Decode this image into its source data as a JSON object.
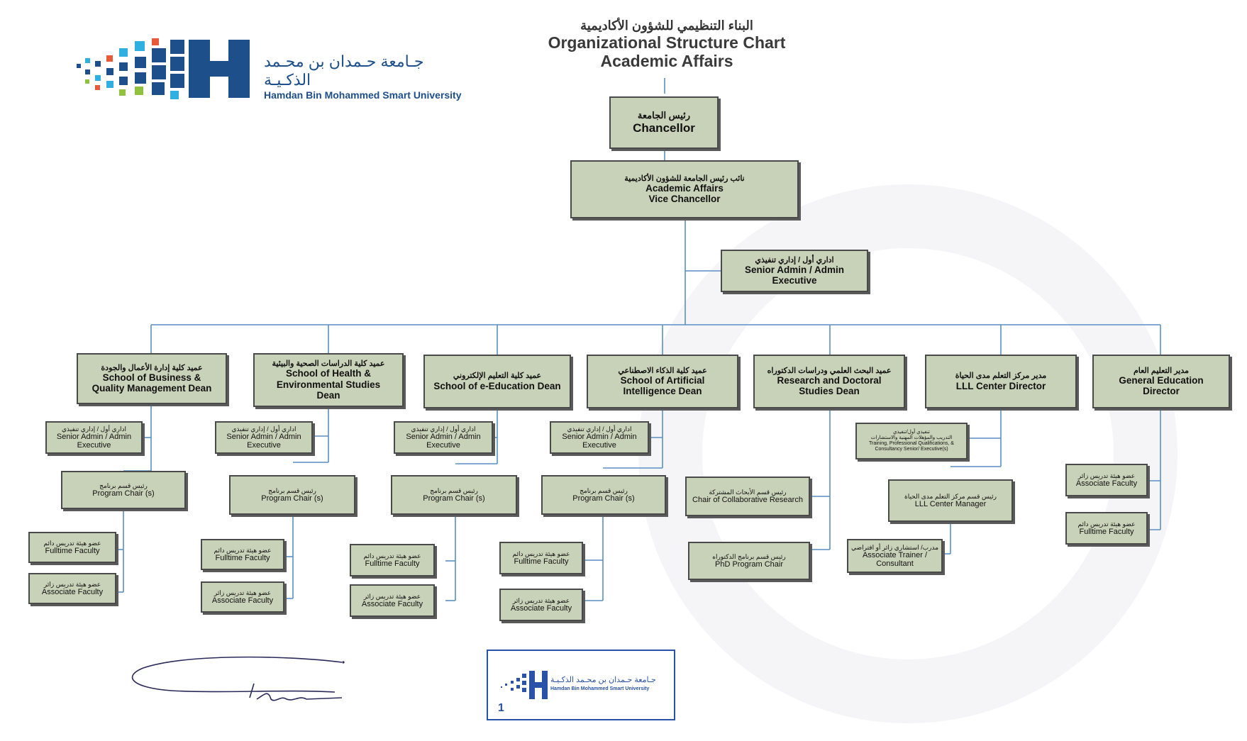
{
  "header": {
    "title_ar": "البناء التنظيمي للشؤون الأكاديمية",
    "title_en_1": "Organizational Structure Chart",
    "title_en_2": "Academic Affairs"
  },
  "logo": {
    "name_ar": "جـامعة حـمدان بن محـمد الذكـيـة",
    "name_en": "Hamdan Bin Mohammed Smart University"
  },
  "stamp": {
    "name_ar": "جـامعة حـمدان بن محـمد الذكـيـة",
    "name_en": "Hamdan Bin Mohammed Smart University",
    "page_number": "1"
  },
  "colors": {
    "box_fill": "#c8d2b8",
    "line": "#5a8fc4",
    "brand_blue": "#1d4f8a"
  },
  "nodes": {
    "chancellor": {
      "ar": "رئيس الجامعة",
      "en": "Chancellor"
    },
    "vice": {
      "ar": "نائب رئيس الجامعة للشؤون الأكاديمية",
      "en1": "Academic Affairs",
      "en2": "Vice Chancellor"
    },
    "senior_top": {
      "ar": "اداري أول / إداري تنفيذي",
      "en1": "Senior Admin / Admin",
      "en2": "Executive"
    },
    "deans": [
      {
        "ar": "عميد كلية إدارة الأعمال والجودة",
        "en1": "School of Business &",
        "en2": "Quality Management Dean"
      },
      {
        "ar": "عميد كلية الدراسات الصحية والبيئية",
        "en1": "School of Health &",
        "en2": "Environmental Studies",
        "en3": "Dean"
      },
      {
        "ar": "عميد كلية التعليم الإلكتروني",
        "en1": "School of e-Education Dean"
      },
      {
        "ar": "عميد كلية الذكاء الاصطناعي",
        "en1": "School of Artificial",
        "en2": "Intelligence Dean"
      },
      {
        "ar": "عميد البحث العلمي ودراسات الدكتوراه",
        "en1": "Research and Doctoral",
        "en2": "Studies Dean"
      },
      {
        "ar": "مدير مركز التعلم مدى الحياة",
        "en1": "LLL Center Director"
      },
      {
        "ar": "مدير التعليم العام",
        "en1": "General Education",
        "en2": "Director"
      }
    ],
    "senior_admin": {
      "ar": "اداري أول / إداري تنفيذي",
      "en1": "Senior Admin / Admin",
      "en2": "Executive"
    },
    "program_chair": {
      "ar": "رئيس قسم برنامج",
      "en": "Program Chair (s)"
    },
    "fulltime": {
      "ar": "عضو هيئة تدريس دائم",
      "en": "Fulltime Faculty"
    },
    "associate": {
      "ar": "عضو هيئة تدريس زائر",
      "en": "Associate Faculty"
    },
    "collab": {
      "ar": "رئيس قسم الأبحاث المشتركة",
      "en": "Chair of Collaborative Research"
    },
    "phd": {
      "ar": "رئيس قسم برنامج الدكتوراه",
      "en": "PhD Program Chair"
    },
    "lll_exec": {
      "ar": "تنفيذي أول/تنفيذي",
      "ar2": "التدريب والمؤهلات المهنية والاستشارات",
      "en1": "Training, Professional Qualifications, &",
      "en2": "Consultancy Senior/ Executive(s)"
    },
    "lll_manager": {
      "ar": "رئيس قسم مركز التعلم مدى الحياة",
      "en": "LLL Center Manager"
    },
    "assoc_trainer": {
      "ar": "مدرب/ استشاري زائر أو افتراضي",
      "en1": "Associate Trainer /",
      "en2": "Consultant"
    }
  }
}
